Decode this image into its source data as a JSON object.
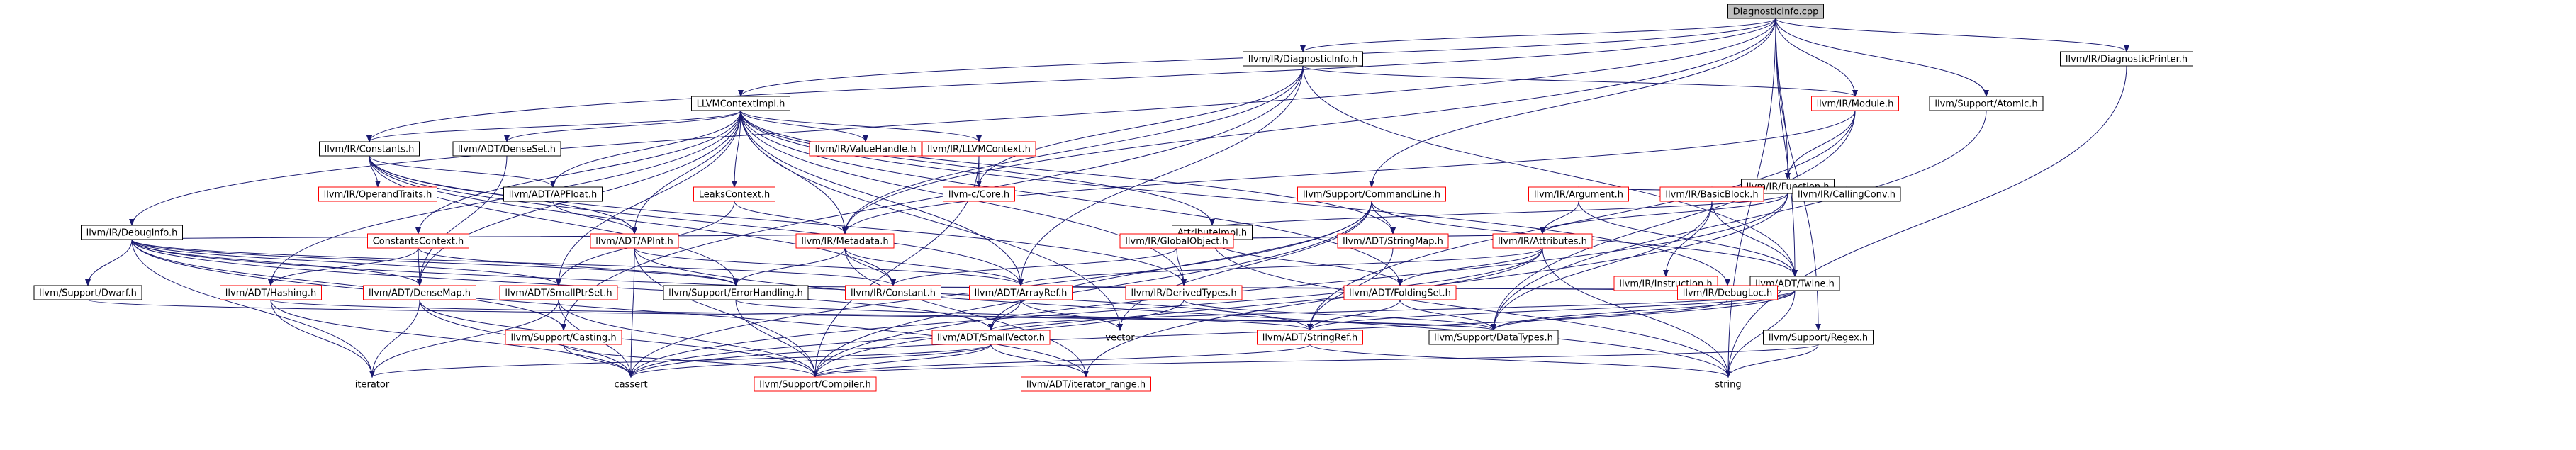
{
  "graph": {
    "colors": {
      "edge": "#191970",
      "border_default": "#000000",
      "border_red": "#ff0000",
      "root_fill": "#bfbfbf",
      "node_fill": "#ffffff",
      "text": "#000000",
      "boxed_text_style": "black",
      "red_box_note": "red border marks truncated nodes"
    },
    "nodes": [
      {
        "id": "DiagnosticInfo",
        "label": "DiagnosticInfo.cpp",
        "style": "root"
      },
      {
        "id": "IRDiagnosticInfo",
        "label": "llvm/IR/DiagnosticInfo.h",
        "style": "black"
      },
      {
        "id": "IRDiagnosticPrinter",
        "label": "llvm/IR/DiagnosticPrinter.h",
        "style": "black"
      },
      {
        "id": "LLVMContextImpl",
        "label": "LLVMContextImpl.h",
        "style": "black"
      },
      {
        "id": "IRModule",
        "label": "llvm/IR/Module.h",
        "style": "red"
      },
      {
        "id": "SupportAtomic",
        "label": "llvm/Support/Atomic.h",
        "style": "black"
      },
      {
        "id": "IRDebugInfo",
        "label": "llvm/IR/DebugInfo.h",
        "style": "black"
      },
      {
        "id": "IRConstants",
        "label": "llvm/IR/Constants.h",
        "style": "black"
      },
      {
        "id": "ADTDenseSet",
        "label": "llvm/ADT/DenseSet.h",
        "style": "black"
      },
      {
        "id": "IRValueHandle",
        "label": "llvm/IR/ValueHandle.h",
        "style": "red"
      },
      {
        "id": "IRLLVMContext",
        "label": "llvm/IR/LLVMContext.h",
        "style": "red"
      },
      {
        "id": "IRFunction",
        "label": "llvm/IR/Function.h",
        "style": "black"
      },
      {
        "id": "IROperandTraits",
        "label": "llvm/IR/OperandTraits.h",
        "style": "red"
      },
      {
        "id": "ADTAPFloat",
        "label": "llvm/ADT/APFloat.h",
        "style": "black"
      },
      {
        "id": "LeaksContext",
        "label": "LeaksContext.h",
        "style": "red"
      },
      {
        "id": "llvmcCore",
        "label": "llvm-c/Core.h",
        "style": "red"
      },
      {
        "id": "AttributeImpl",
        "label": "AttributeImpl.h",
        "style": "black"
      },
      {
        "id": "SupportCommandLine",
        "label": "llvm/Support/CommandLine.h",
        "style": "red"
      },
      {
        "id": "IRArgument",
        "label": "llvm/IR/Argument.h",
        "style": "red"
      },
      {
        "id": "IRBasicBlock",
        "label": "llvm/IR/BasicBlock.h",
        "style": "red"
      },
      {
        "id": "IRCallingConv",
        "label": "llvm/IR/CallingConv.h",
        "style": "black"
      },
      {
        "id": "ConstantsContext",
        "label": "ConstantsContext.h",
        "style": "red"
      },
      {
        "id": "ADTAPInt",
        "label": "llvm/ADT/APInt.h",
        "style": "red"
      },
      {
        "id": "IRMetadata",
        "label": "llvm/IR/Metadata.h",
        "style": "red"
      },
      {
        "id": "IRGlobalObject",
        "label": "llvm/IR/GlobalObject.h",
        "style": "red"
      },
      {
        "id": "ADTStringMap",
        "label": "llvm/ADT/StringMap.h",
        "style": "red"
      },
      {
        "id": "IRAttributes",
        "label": "llvm/IR/Attributes.h",
        "style": "red"
      },
      {
        "id": "IRInstruction",
        "label": "llvm/IR/Instruction.h",
        "style": "red"
      },
      {
        "id": "ADTTwine",
        "label": "llvm/ADT/Twine.h",
        "style": "black"
      },
      {
        "id": "SupportDwarf",
        "label": "llvm/Support/Dwarf.h",
        "style": "black"
      },
      {
        "id": "ADTHashing",
        "label": "llvm/ADT/Hashing.h",
        "style": "red"
      },
      {
        "id": "ADTDenseMap",
        "label": "llvm/ADT/DenseMap.h",
        "style": "red"
      },
      {
        "id": "ADTSmallPtrSet",
        "label": "llvm/ADT/SmallPtrSet.h",
        "style": "red"
      },
      {
        "id": "SupportErrorHandling",
        "label": "llvm/Support/ErrorHandling.h",
        "style": "black"
      },
      {
        "id": "IRConstant",
        "label": "llvm/IR/Constant.h",
        "style": "red"
      },
      {
        "id": "ADTArrayRef",
        "label": "llvm/ADT/ArrayRef.h",
        "style": "red"
      },
      {
        "id": "IRDerivedTypes",
        "label": "llvm/IR/DerivedTypes.h",
        "style": "red"
      },
      {
        "id": "ADTFoldingSet",
        "label": "llvm/ADT/FoldingSet.h",
        "style": "red"
      },
      {
        "id": "IRDebugLoc",
        "label": "llvm/IR/DebugLoc.h",
        "style": "red"
      },
      {
        "id": "SupportCasting",
        "label": "llvm/Support/Casting.h",
        "style": "red"
      },
      {
        "id": "ADTSmallVector",
        "label": "llvm/ADT/SmallVector.h",
        "style": "red"
      },
      {
        "id": "vector",
        "label": "vector",
        "style": "plain"
      },
      {
        "id": "ADTStringRef",
        "label": "llvm/ADT/StringRef.h",
        "style": "red"
      },
      {
        "id": "SupportDataTypes",
        "label": "llvm/Support/DataTypes.h",
        "style": "black"
      },
      {
        "id": "SupportRegex",
        "label": "llvm/Support/Regex.h",
        "style": "black"
      },
      {
        "id": "iterator",
        "label": "iterator",
        "style": "plain"
      },
      {
        "id": "cassert",
        "label": "cassert",
        "style": "plain"
      },
      {
        "id": "SupportCompiler",
        "label": "llvm/Support/Compiler.h",
        "style": "red"
      },
      {
        "id": "ADTiteratorrange",
        "label": "llvm/ADT/iterator_range.h",
        "style": "red"
      },
      {
        "id": "string",
        "label": "string",
        "style": "plain"
      }
    ],
    "edges": [
      [
        "DiagnosticInfo",
        "IRDiagnosticInfo"
      ],
      [
        "DiagnosticInfo",
        "IRDiagnosticPrinter"
      ],
      [
        "DiagnosticInfo",
        "LLVMContextImpl"
      ],
      [
        "DiagnosticInfo",
        "IRModule"
      ],
      [
        "DiagnosticInfo",
        "SupportAtomic"
      ],
      [
        "DiagnosticInfo",
        "IRDebugInfo"
      ],
      [
        "DiagnosticInfo",
        "IRConstants"
      ],
      [
        "DiagnosticInfo",
        "IRFunction"
      ],
      [
        "DiagnosticInfo",
        "SupportCommandLine"
      ],
      [
        "DiagnosticInfo",
        "IRMetadata"
      ],
      [
        "DiagnosticInfo",
        "ADTTwine"
      ],
      [
        "DiagnosticInfo",
        "SupportRegex"
      ],
      [
        "DiagnosticInfo",
        "string"
      ],
      [
        "IRDiagnosticInfo",
        "IRModule"
      ],
      [
        "IRDiagnosticInfo",
        "llvmcCore"
      ],
      [
        "IRDiagnosticInfo",
        "ADTArrayRef"
      ],
      [
        "IRDiagnosticInfo",
        "ADTTwine"
      ],
      [
        "IRDiagnosticInfo",
        "SupportCasting"
      ],
      [
        "IRDiagnosticInfo",
        "IRMetadata"
      ],
      [
        "IRDiagnosticPrinter",
        "string"
      ],
      [
        "LLVMContextImpl",
        "IRConstants"
      ],
      [
        "LLVMContextImpl",
        "ADTDenseSet"
      ],
      [
        "LLVMContextImpl",
        "IRValueHandle"
      ],
      [
        "LLVMContextImpl",
        "IRLLVMContext"
      ],
      [
        "LLVMContextImpl",
        "ADTAPFloat"
      ],
      [
        "LLVMContextImpl",
        "LeaksContext"
      ],
      [
        "LLVMContextImpl",
        "AttributeImpl"
      ],
      [
        "LLVMContextImpl",
        "ConstantsContext"
      ],
      [
        "LLVMContextImpl",
        "ADTAPInt"
      ],
      [
        "LLVMContextImpl",
        "IRMetadata"
      ],
      [
        "LLVMContextImpl",
        "ADTStringMap"
      ],
      [
        "LLVMContextImpl",
        "ADTDenseMap"
      ],
      [
        "LLVMContextImpl",
        "ADTSmallPtrSet"
      ],
      [
        "LLVMContextImpl",
        "ADTArrayRef"
      ],
      [
        "LLVMContextImpl",
        "IRDerivedTypes"
      ],
      [
        "LLVMContextImpl",
        "ADTFoldingSet"
      ],
      [
        "LLVMContextImpl",
        "vector"
      ],
      [
        "LLVMContextImpl",
        "ADTHashing"
      ],
      [
        "LLVMContextImpl",
        "IRDebugLoc"
      ],
      [
        "IRModule",
        "IRFunction"
      ],
      [
        "IRModule",
        "ADTStringRef"
      ],
      [
        "IRModule",
        "SupportDataTypes"
      ],
      [
        "IRModule",
        "IRMetadata"
      ],
      [
        "SupportAtomic",
        "SupportDataTypes"
      ],
      [
        "IRDebugInfo",
        "SupportDwarf"
      ],
      [
        "IRDebugInfo",
        "ADTDenseMap"
      ],
      [
        "IRDebugInfo",
        "ADTSmallPtrSet"
      ],
      [
        "IRDebugInfo",
        "ADTSmallVector"
      ],
      [
        "IRDebugInfo",
        "IRMetadata"
      ],
      [
        "IRDebugInfo",
        "ADTStringRef"
      ],
      [
        "IRDebugInfo",
        "SupportErrorHandling"
      ],
      [
        "IRDebugInfo",
        "iterator"
      ],
      [
        "IRDebugInfo",
        "SupportCasting"
      ],
      [
        "IRDebugInfo",
        "IRConstant"
      ],
      [
        "IRDebugInfo",
        "ADTiteratorrange"
      ],
      [
        "IRConstants",
        "IROperandTraits"
      ],
      [
        "IRConstants",
        "ADTAPFloat"
      ],
      [
        "IRConstants",
        "ADTAPInt"
      ],
      [
        "IRConstants",
        "IRConstant"
      ],
      [
        "IRConstants",
        "ADTArrayRef"
      ],
      [
        "IRConstants",
        "IRDerivedTypes"
      ],
      [
        "IRConstants",
        "SupportErrorHandling"
      ],
      [
        "ADTDenseSet",
        "ADTDenseMap"
      ],
      [
        "IRLLVMContext",
        "llvmcCore"
      ],
      [
        "IRLLVMContext",
        "SupportCompiler"
      ],
      [
        "IRFunction",
        "IRArgument"
      ],
      [
        "IRFunction",
        "IRBasicBlock"
      ],
      [
        "IRFunction",
        "IRCallingConv"
      ],
      [
        "IRFunction",
        "IRGlobalObject"
      ],
      [
        "IRFunction",
        "IRAttributes"
      ],
      [
        "IRFunction",
        "ADTiteratorrange"
      ],
      [
        "IRFunction",
        "SupportCompiler"
      ],
      [
        "ADTAPFloat",
        "ADTAPInt"
      ],
      [
        "LeaksContext",
        "IRMetadata"
      ],
      [
        "LeaksContext",
        "ADTSmallPtrSet"
      ],
      [
        "AttributeImpl",
        "IRAttributes"
      ],
      [
        "AttributeImpl",
        "ADTFoldingSet"
      ],
      [
        "AttributeImpl",
        "string"
      ],
      [
        "SupportCommandLine",
        "ADTStringMap"
      ],
      [
        "SupportCommandLine",
        "ADTTwine"
      ],
      [
        "SupportCommandLine",
        "SupportCompiler"
      ],
      [
        "SupportCommandLine",
        "cassert"
      ],
      [
        "SupportCommandLine",
        "vector"
      ],
      [
        "SupportCommandLine",
        "ADTSmallVector"
      ],
      [
        "IRArgument",
        "IRAttributes"
      ],
      [
        "IRArgument",
        "ADTTwine"
      ],
      [
        "IRBasicBlock",
        "IRInstruction"
      ],
      [
        "IRBasicBlock",
        "ADTTwine"
      ],
      [
        "IRBasicBlock",
        "SupportDataTypes"
      ],
      [
        "ConstantsContext",
        "ADTDenseMap"
      ],
      [
        "ConstantsContext",
        "ADTHashing"
      ],
      [
        "ConstantsContext",
        "SupportErrorHandling"
      ],
      [
        "ADTAPInt",
        "ADTArrayRef"
      ],
      [
        "ADTAPInt",
        "SupportCompiler"
      ],
      [
        "ADTAPInt",
        "cassert"
      ],
      [
        "ADTAPInt",
        "string"
      ],
      [
        "IRMetadata",
        "ADTArrayRef"
      ],
      [
        "IRMetadata",
        "SupportErrorHandling"
      ],
      [
        "IRMetadata",
        "IRConstant"
      ],
      [
        "IRMetadata",
        "ADTiteratorrange"
      ],
      [
        "IRGlobalObject",
        "IRDerivedTypes"
      ],
      [
        "IRGlobalObject",
        "IRConstant"
      ],
      [
        "ADTStringMap",
        "ADTStringRef"
      ],
      [
        "IRAttributes",
        "ADTArrayRef"
      ],
      [
        "IRAttributes",
        "ADTFoldingSet"
      ],
      [
        "IRAttributes",
        "SupportCompiler"
      ],
      [
        "IRAttributes",
        "string"
      ],
      [
        "IRAttributes",
        "cassert"
      ],
      [
        "IRInstruction",
        "IRDebugLoc"
      ],
      [
        "IRInstruction",
        "ADTArrayRef"
      ],
      [
        "ADTTwine",
        "ADTStringRef"
      ],
      [
        "ADTTwine",
        "SupportDataTypes"
      ],
      [
        "ADTTwine",
        "cassert"
      ],
      [
        "ADTTwine",
        "string"
      ],
      [
        "ADTTwine",
        "SupportErrorHandling"
      ],
      [
        "ADTTwine",
        "ADTSmallVector"
      ],
      [
        "SupportDwarf",
        "SupportDataTypes"
      ],
      [
        "ADTHashing",
        "iterator"
      ],
      [
        "ADTHashing",
        "cassert"
      ],
      [
        "ADTHashing",
        "SupportDataTypes"
      ],
      [
        "ADTDenseMap",
        "iterator"
      ],
      [
        "ADTDenseMap",
        "cassert"
      ],
      [
        "ADTDenseMap",
        "SupportCompiler"
      ],
      [
        "ADTSmallPtrSet",
        "cassert"
      ],
      [
        "ADTSmallPtrSet",
        "SupportCompiler"
      ],
      [
        "ADTSmallPtrSet",
        "iterator"
      ],
      [
        "SupportErrorHandling",
        "SupportCompiler"
      ],
      [
        "SupportErrorHandling",
        "ADTStringRef"
      ],
      [
        "ADTArrayRef",
        "ADTSmallVector"
      ],
      [
        "ADTArrayRef",
        "vector"
      ],
      [
        "IRDerivedTypes",
        "cassert"
      ],
      [
        "IRDerivedTypes",
        "SupportDataTypes"
      ],
      [
        "ADTFoldingSet",
        "ADTStringRef"
      ],
      [
        "ADTFoldingSet",
        "SupportDataTypes"
      ],
      [
        "IRDebugLoc",
        "SupportDataTypes"
      ],
      [
        "SupportCasting",
        "cassert"
      ],
      [
        "SupportCasting",
        "SupportCompiler"
      ],
      [
        "ADTSmallVector",
        "iterator"
      ],
      [
        "ADTSmallVector",
        "cassert"
      ],
      [
        "ADTSmallVector",
        "SupportCompiler"
      ],
      [
        "ADTSmallVector",
        "ADTiteratorrange"
      ],
      [
        "ADTStringRef",
        "string"
      ],
      [
        "ADTStringRef",
        "SupportCompiler"
      ],
      [
        "SupportRegex",
        "string"
      ],
      [
        "SupportRegex",
        "SupportCompiler"
      ]
    ]
  }
}
